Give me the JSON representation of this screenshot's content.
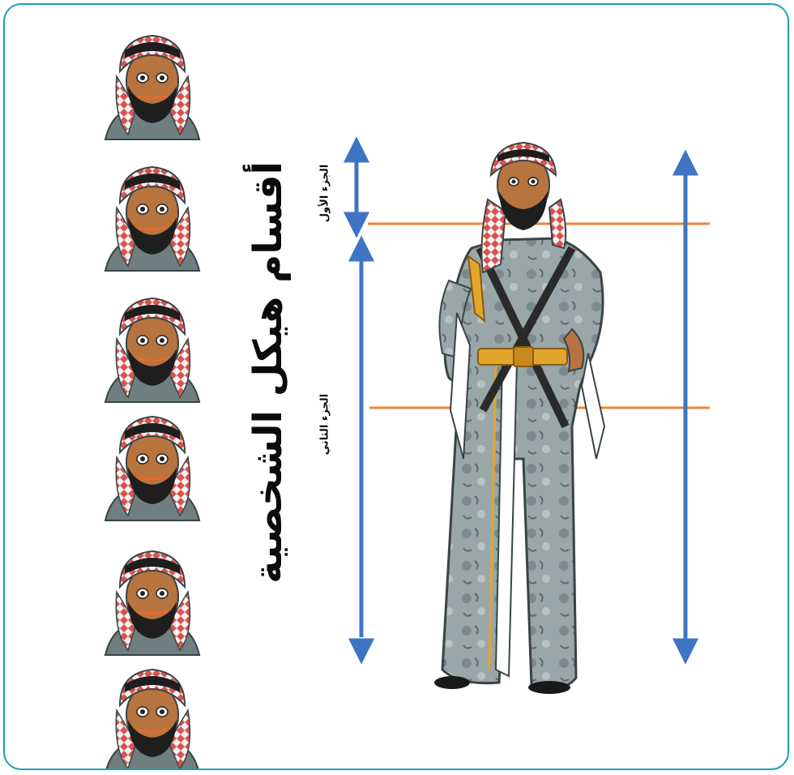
{
  "title": "أقسام هيكل الشخصية",
  "part_labels": {
    "first": "الجزء الأول",
    "second": "الجزء الثاني"
  },
  "colors": {
    "frame": "#1aa0b8",
    "arrows": "#3f74c4",
    "divider_lines": "#f0823a",
    "thobe": "#8f9ea0",
    "ghutra": "#d9534f",
    "belt": "#e2a62c",
    "skin": "#b8743f"
  },
  "head_thumbnails": [
    "head-thumbnail",
    "head-thumbnail",
    "head-thumbnail",
    "head-thumbnail",
    "head-thumbnail",
    "head-thumbnail"
  ]
}
